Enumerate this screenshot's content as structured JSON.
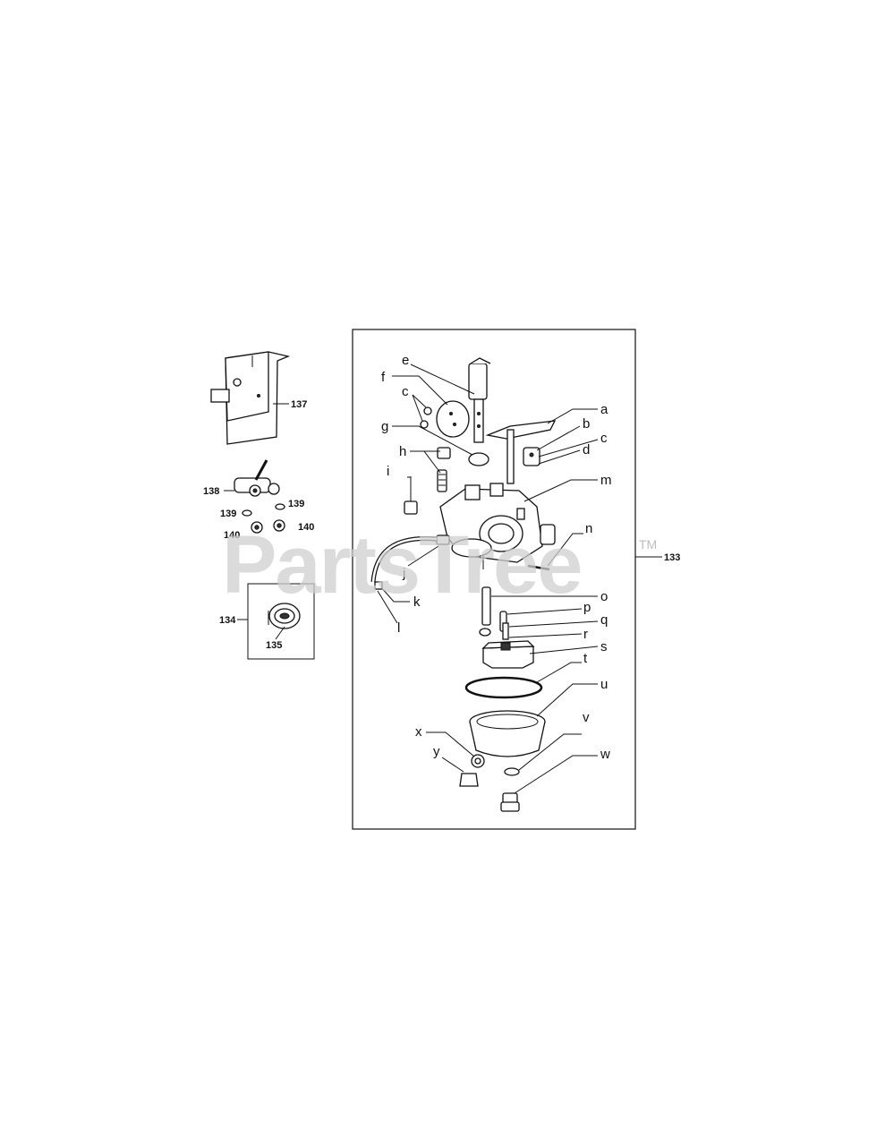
{
  "watermark": {
    "brand": "PartsTree",
    "tm": "TM"
  },
  "callouts": {
    "a": "a",
    "b": "b",
    "c": "c",
    "d": "d",
    "e": "e",
    "f": "f",
    "g": "g",
    "h": "h",
    "i": "i",
    "j": "j",
    "k": "k",
    "l": "l",
    "m": "m",
    "n": "n",
    "o": "o",
    "p": "p",
    "q": "q",
    "r": "r",
    "s": "s",
    "t": "t",
    "u": "u",
    "v": "v",
    "w": "w",
    "x": "x",
    "y": "y"
  },
  "part_numbers": {
    "p133": "133",
    "p134": "134",
    "p135": "135",
    "p137": "137",
    "p138": "138",
    "p139": "139",
    "p140": "140"
  }
}
